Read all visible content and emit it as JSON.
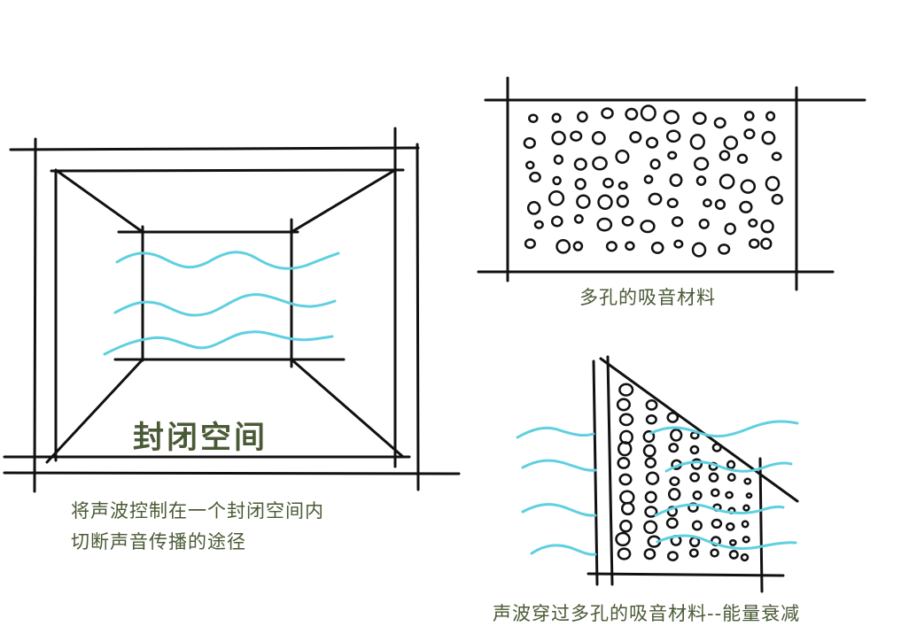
{
  "enclosed_space": {
    "title": "封闭空间",
    "caption_line1": "将声波控制在一个封闭空间内",
    "caption_line2": "切断声音传播的途径"
  },
  "porous_material": {
    "caption": "多孔的吸音材料"
  },
  "attenuation": {
    "caption": "声波穿过多孔的吸音材料--能量衰减"
  },
  "colors": {
    "wave": "#5fd0e0",
    "text": "#4a5a36",
    "line": "#111111"
  }
}
